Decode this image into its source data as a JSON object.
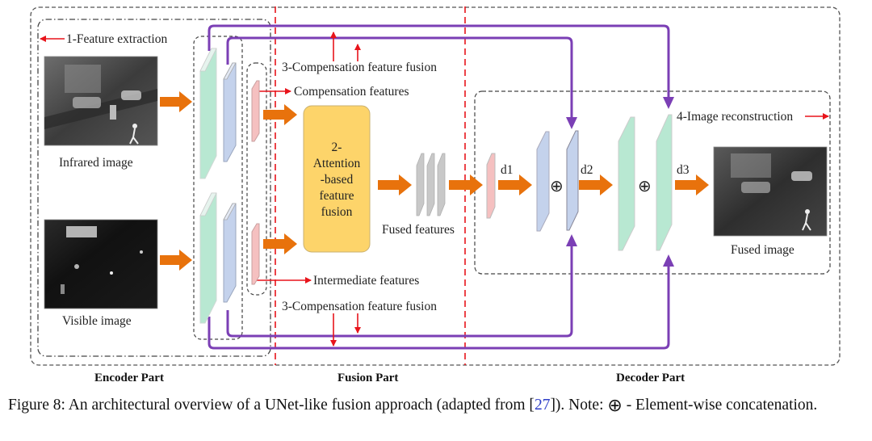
{
  "figure": {
    "sections": {
      "encoder": "Encoder Part",
      "fusion": "Fusion Part",
      "decoder": "Decoder Part"
    },
    "steps": {
      "feature_extraction": "1-Feature extraction",
      "attention_fusion_lines": [
        "2-",
        "Attention",
        "-based",
        "feature",
        "fusion"
      ],
      "compensation_fusion_top": "3-Compensation feature fusion",
      "compensation_fusion_bottom": "3-Compensation feature fusion",
      "image_reconstruction": "4-Image reconstruction"
    },
    "labels": {
      "infrared_image": "Infrared image",
      "visible_image": "Visible image",
      "compensation_features": "Compensation features",
      "intermediate_features": "Intermediate features",
      "fused_features": "Fused features",
      "fused_image": "Fused image",
      "d1": "d1",
      "d2": "d2",
      "d3": "d3",
      "concat_symbol": "⊕"
    },
    "colors": {
      "orange_arrow": "#e8720c",
      "purple_skip": "#7b3fb5",
      "red_annotation": "#e8141b",
      "attention_block": "#fdd46a",
      "green_layer": "#b8e8d2",
      "blue_layer": "#c4d2ec",
      "pink_layer": "#f5c0c0",
      "gray_layer": "#c8c8c8"
    }
  },
  "caption": {
    "prefix": "Figure 8:  An architectural overview of a UNet-like fusion approach (adapted from [",
    "ref": "27",
    "middle": "]).  Note: ",
    "symbol": "⊕",
    "suffix": " - Element-wise concatenation."
  }
}
